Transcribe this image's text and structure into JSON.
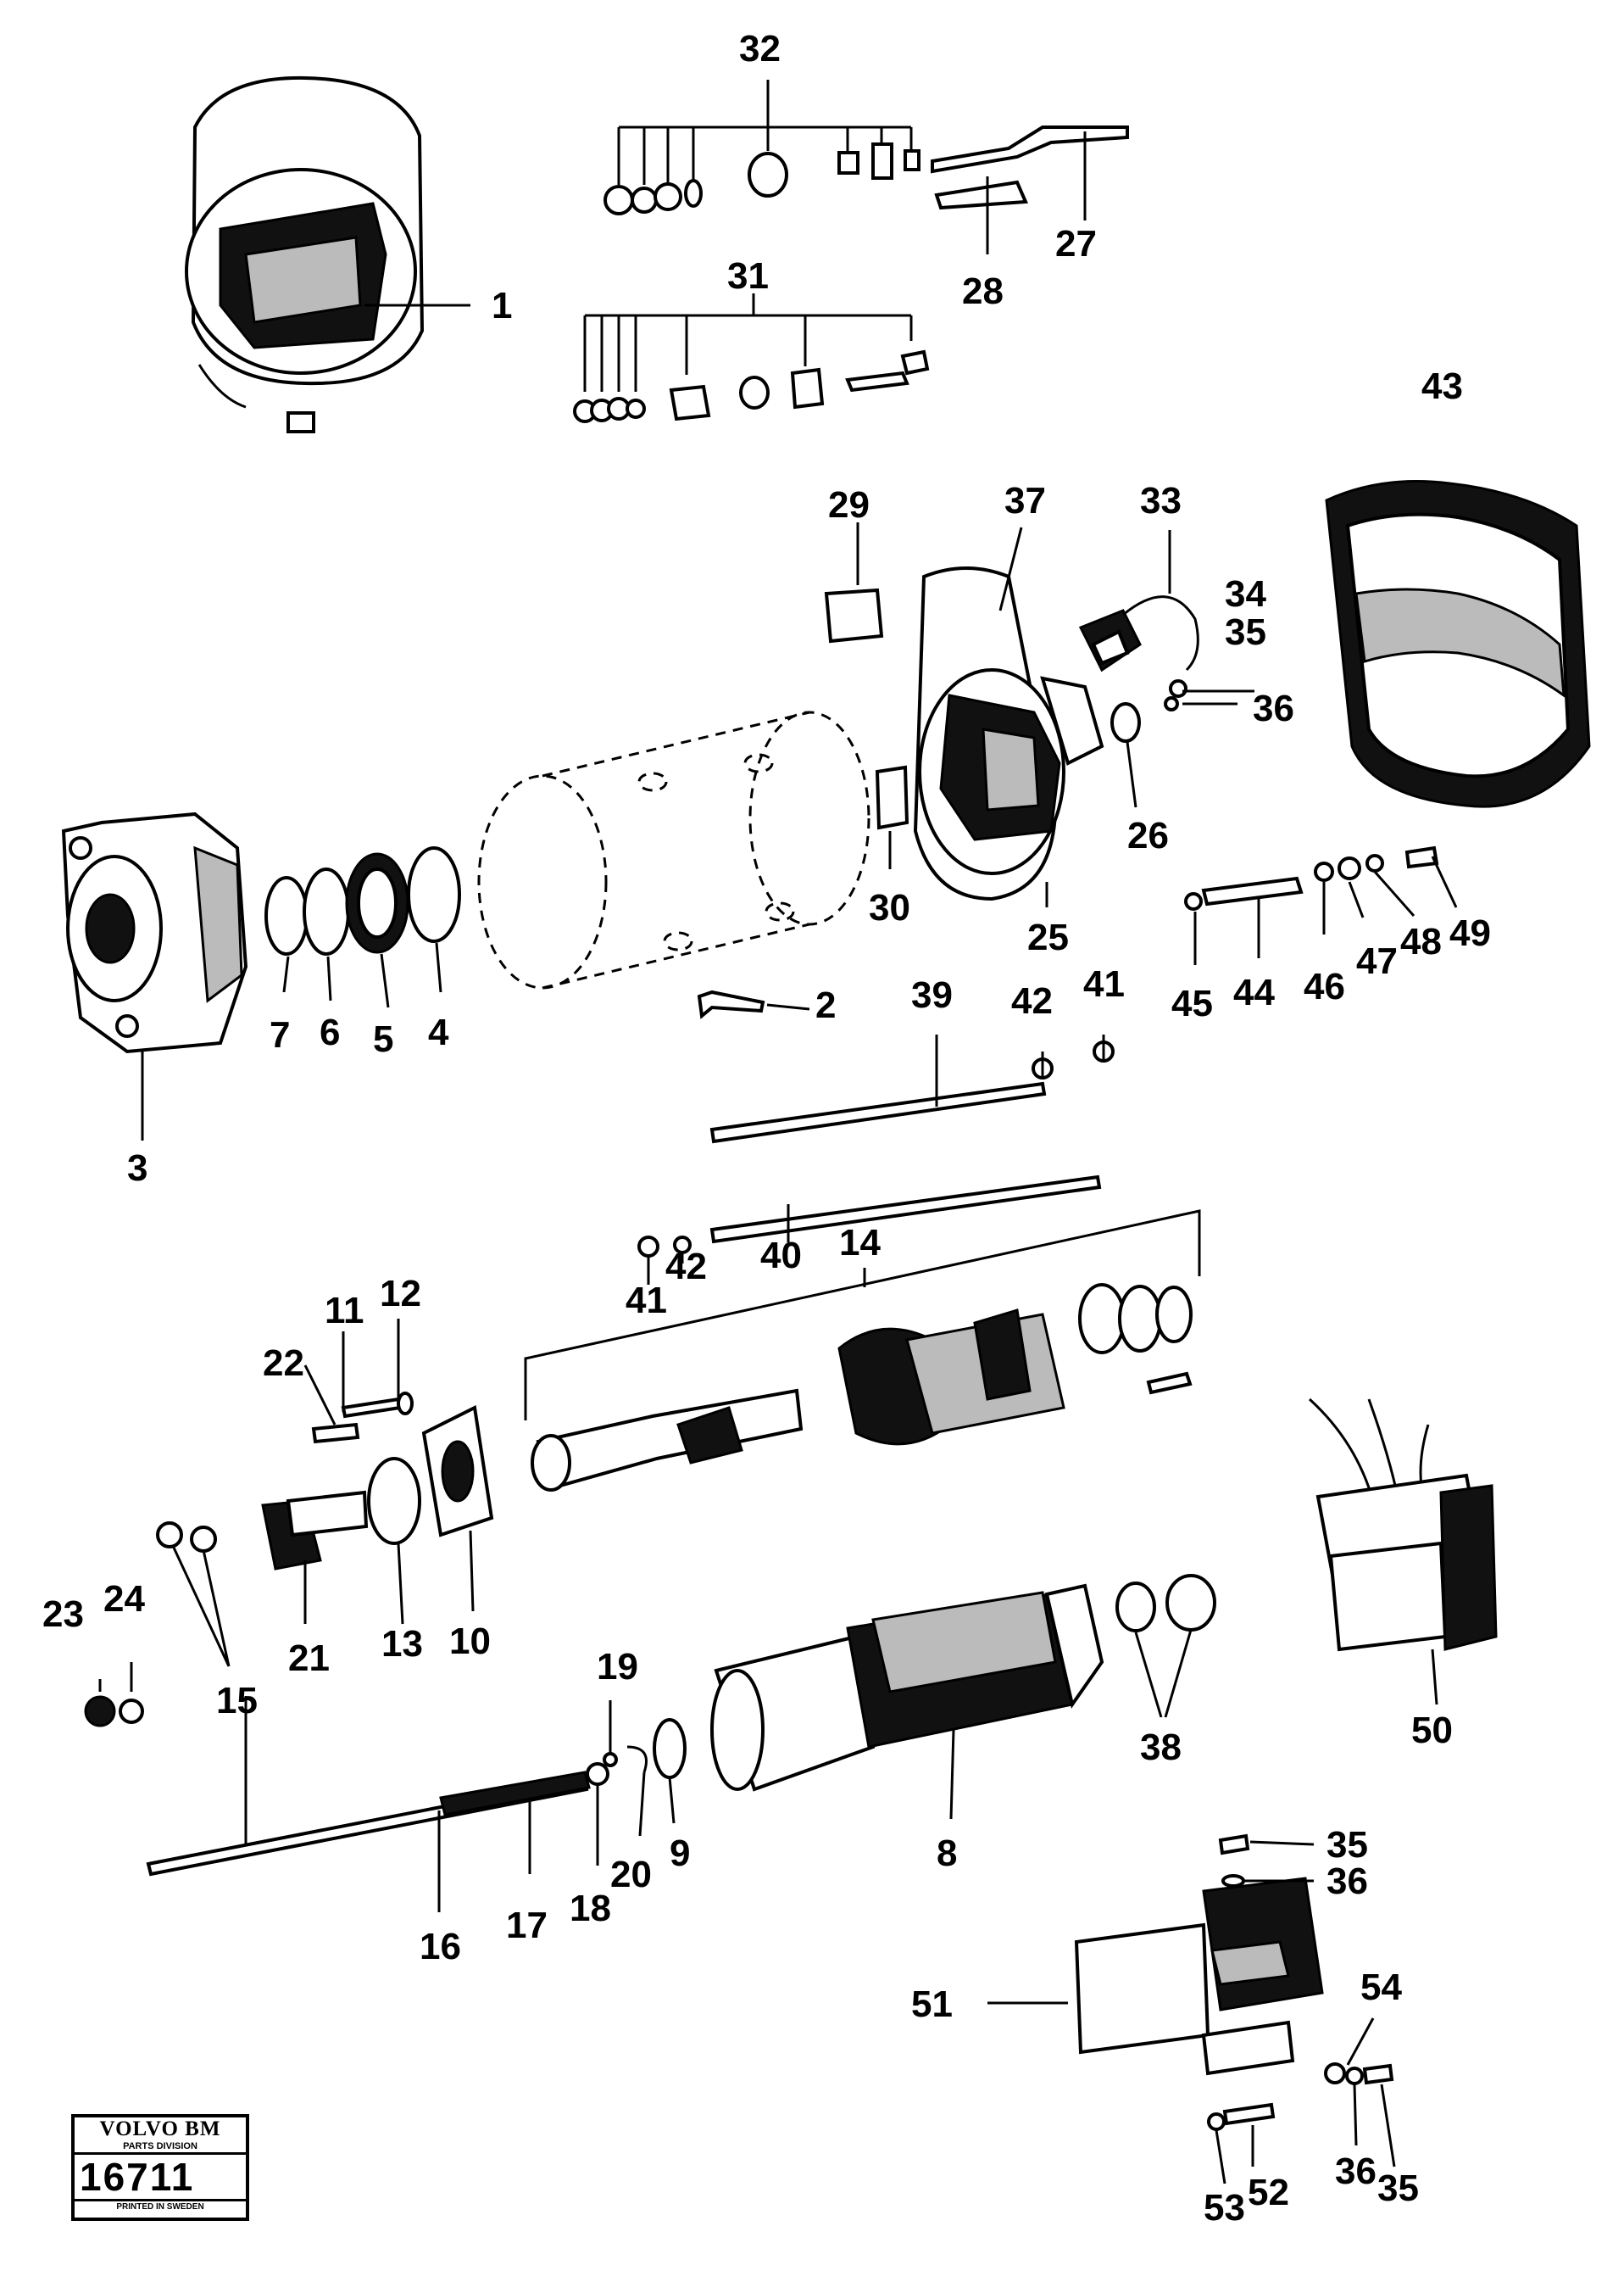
{
  "drawing_number": "16711",
  "logo": {
    "brand": "VOLVO BM",
    "division": "PARTS DIVISION",
    "number": "16711",
    "printed": "PRINTED IN SWEDEN"
  },
  "callouts": [
    {
      "id": "c1",
      "label": "1"
    },
    {
      "id": "c2",
      "label": "2"
    },
    {
      "id": "c3",
      "label": "3"
    },
    {
      "id": "c4",
      "label": "4"
    },
    {
      "id": "c5",
      "label": "5"
    },
    {
      "id": "c6",
      "label": "6"
    },
    {
      "id": "c7",
      "label": "7"
    },
    {
      "id": "c8",
      "label": "8"
    },
    {
      "id": "c9",
      "label": "9"
    },
    {
      "id": "c10",
      "label": "10"
    },
    {
      "id": "c11",
      "label": "11"
    },
    {
      "id": "c12",
      "label": "12"
    },
    {
      "id": "c13",
      "label": "13"
    },
    {
      "id": "c14",
      "label": "14"
    },
    {
      "id": "c15",
      "label": "15"
    },
    {
      "id": "c16",
      "label": "16"
    },
    {
      "id": "c17",
      "label": "17"
    },
    {
      "id": "c18",
      "label": "18"
    },
    {
      "id": "c19",
      "label": "19"
    },
    {
      "id": "c20",
      "label": "20"
    },
    {
      "id": "c21",
      "label": "21"
    },
    {
      "id": "c22",
      "label": "22"
    },
    {
      "id": "c23",
      "label": "23"
    },
    {
      "id": "c24",
      "label": "24"
    },
    {
      "id": "c25",
      "label": "25"
    },
    {
      "id": "c26",
      "label": "26"
    },
    {
      "id": "c27",
      "label": "27"
    },
    {
      "id": "c28",
      "label": "28"
    },
    {
      "id": "c29",
      "label": "29"
    },
    {
      "id": "c30",
      "label": "30"
    },
    {
      "id": "c31",
      "label": "31"
    },
    {
      "id": "c32",
      "label": "32"
    },
    {
      "id": "c33",
      "label": "33"
    },
    {
      "id": "c34",
      "label": "34"
    },
    {
      "id": "c35a",
      "label": "35"
    },
    {
      "id": "c35b",
      "label": "35"
    },
    {
      "id": "c35c",
      "label": "35"
    },
    {
      "id": "c36a",
      "label": "36"
    },
    {
      "id": "c36b",
      "label": "36"
    },
    {
      "id": "c36c",
      "label": "36"
    },
    {
      "id": "c37",
      "label": "37"
    },
    {
      "id": "c38",
      "label": "38"
    },
    {
      "id": "c39",
      "label": "39"
    },
    {
      "id": "c40",
      "label": "40"
    },
    {
      "id": "c41a",
      "label": "41"
    },
    {
      "id": "c41b",
      "label": "41"
    },
    {
      "id": "c42a",
      "label": "42"
    },
    {
      "id": "c42b",
      "label": "42"
    },
    {
      "id": "c43",
      "label": "43"
    },
    {
      "id": "c44",
      "label": "44"
    },
    {
      "id": "c45",
      "label": "45"
    },
    {
      "id": "c46",
      "label": "46"
    },
    {
      "id": "c47",
      "label": "47"
    },
    {
      "id": "c48",
      "label": "48"
    },
    {
      "id": "c49",
      "label": "49"
    },
    {
      "id": "c50",
      "label": "50"
    },
    {
      "id": "c51",
      "label": "51"
    },
    {
      "id": "c52",
      "label": "52"
    },
    {
      "id": "c53",
      "label": "53"
    },
    {
      "id": "c54",
      "label": "54"
    }
  ]
}
